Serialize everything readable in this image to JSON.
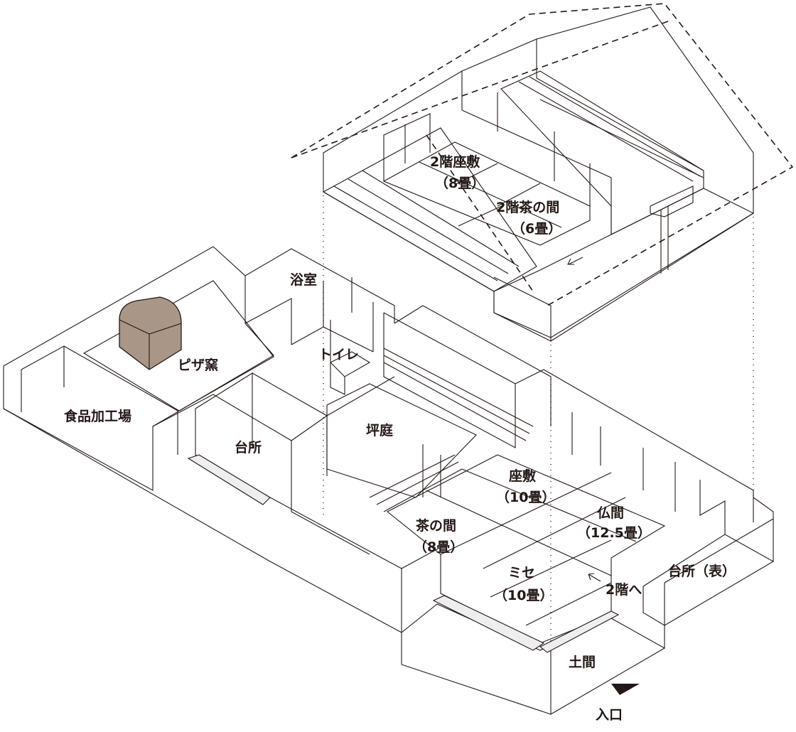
{
  "title": "Isometric floor plan of a two-storey house",
  "colors": {
    "pizza_area": "#f5f08c",
    "pizza_oven": "#a99686",
    "tatami": "#d9e7b2",
    "courtyard": "#d6e9cf",
    "toilet": "#bcbcbc",
    "kitchen_front": "#f1a988",
    "doma": "#d2cfe6",
    "wood_floor": "#e8d4b9"
  },
  "second_floor": {
    "zashiki": {
      "name": "2階座敷",
      "size": "（8畳）"
    },
    "chanoma": {
      "name": "2階茶の間",
      "size": "（6畳）"
    }
  },
  "first_floor": {
    "bath": "浴室",
    "pizza_oven": "ピザ窯",
    "toilet": "トイレ",
    "food_processing": "食品加工場",
    "kitchen": "台所",
    "courtyard": "坪庭",
    "zashiki": {
      "name": "座敷",
      "size": "（10畳）"
    },
    "butsuma": {
      "name": "仏間",
      "size": "（12.5畳）"
    },
    "chanoma": {
      "name": "茶の間",
      "size": "（8畳）"
    },
    "mise": {
      "name": "ミセ",
      "size": "（10畳）"
    },
    "stairs": "2階へ",
    "kitchen_front": "台所（表）",
    "doma": "土間",
    "entrance": "入口"
  }
}
